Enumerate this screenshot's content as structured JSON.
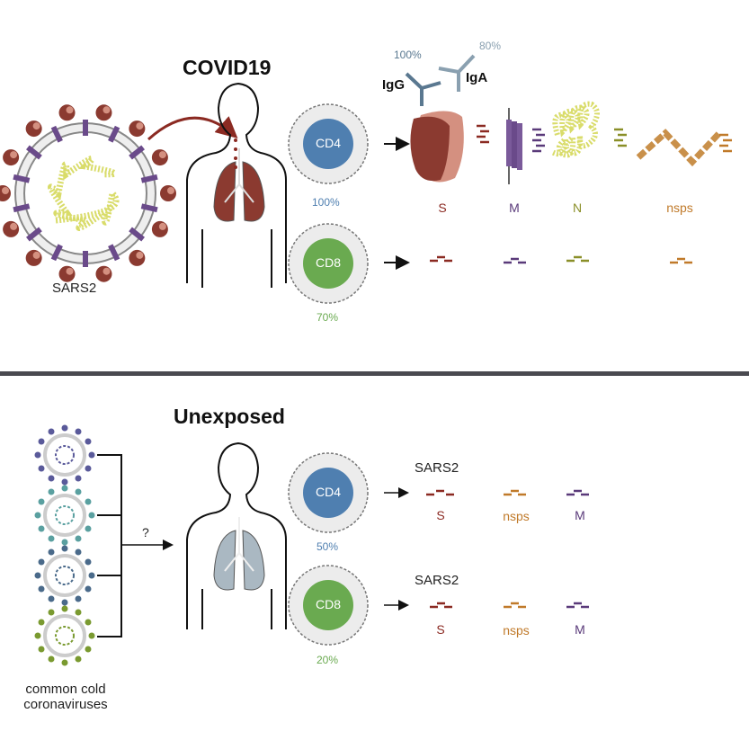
{
  "colors": {
    "S": "#8b2a22",
    "M": "#5a3a7a",
    "N": "#8a8f28",
    "nsps": "#c07a2a",
    "cd4": "#4f7fb0",
    "cd8": "#6aaa50",
    "igg": "#5a7890",
    "iga": "#8aa0b0",
    "divider": "#4a4a50"
  },
  "covid": {
    "title": "COVID19",
    "virus_label": "SARS2",
    "antibodies": [
      {
        "name": "IgG",
        "percent": "100%"
      },
      {
        "name": "IgA",
        "percent": "80%"
      }
    ],
    "cd4": {
      "label": "CD4",
      "percent": "100%"
    },
    "cd8": {
      "label": "CD8",
      "percent": "70%"
    },
    "proteins": [
      "S",
      "M",
      "N",
      "nsps"
    ]
  },
  "unexposed": {
    "title": "Unexposed",
    "virus_label_line1": "common cold",
    "virus_label_line2": "coronaviruses",
    "question": "?",
    "cd4": {
      "label": "CD4",
      "percent": "50%",
      "target": "SARS2",
      "proteins": [
        "S",
        "nsps",
        "M"
      ]
    },
    "cd8": {
      "label": "CD8",
      "percent": "20%",
      "target": "SARS2",
      "proteins": [
        "S",
        "nsps",
        "M"
      ]
    }
  }
}
